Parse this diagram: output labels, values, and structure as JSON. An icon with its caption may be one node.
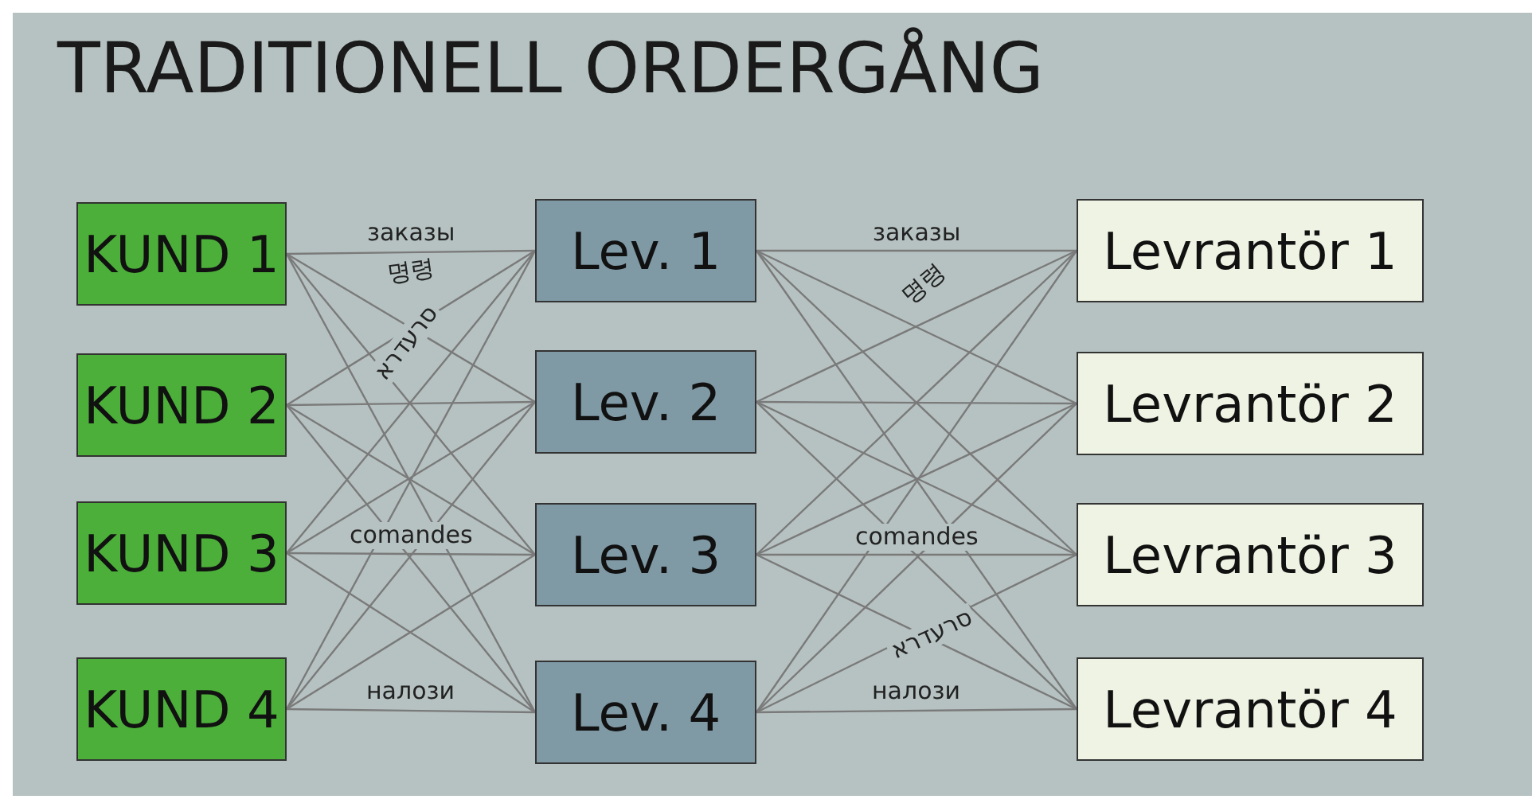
{
  "diagram": {
    "title": "TRADITIONELL ORDERGÅNG",
    "nodes": [
      {
        "text": [
          "KUND 1"
        ]
      },
      {
        "text": [
          "KUND 2"
        ]
      },
      {
        "text": [
          "KUND 3"
        ]
      },
      {
        "text": [
          "KUND 4"
        ]
      },
      {
        "text": [
          "Lev. 1"
        ]
      },
      {
        "text": [
          "Lev. 2"
        ]
      },
      {
        "text": [
          "Lev. 3"
        ]
      },
      {
        "text": [
          "Lev. 4"
        ]
      },
      {
        "text": [
          "Levrantör 1"
        ]
      },
      {
        "text": [
          "Levrantör 2"
        ]
      },
      {
        "text": [
          "Levrantör 3"
        ]
      },
      {
        "text": [
          "Levrantör 4"
        ]
      }
    ],
    "edges": [
      {
        "from": 0,
        "to": 4,
        "arrow": "none",
        "label": "заказы"
      },
      {
        "from": 0,
        "to": 5,
        "arrow": "none"
      },
      {
        "from": 0,
        "to": 6,
        "arrow": "none"
      },
      {
        "from": 0,
        "to": 7,
        "arrow": "none"
      },
      {
        "from": 1,
        "to": 4,
        "arrow": "none"
      },
      {
        "from": 1,
        "to": 5,
        "arrow": "none"
      },
      {
        "from": 1,
        "to": 6,
        "arrow": "none"
      },
      {
        "from": 1,
        "to": 7,
        "arrow": "none"
      },
      {
        "from": 2,
        "to": 4,
        "arrow": "none"
      },
      {
        "from": 2,
        "to": 5,
        "arrow": "none"
      },
      {
        "from": 2,
        "to": 6,
        "arrow": "none",
        "label": "comandes"
      },
      {
        "from": 2,
        "to": 7,
        "arrow": "none"
      },
      {
        "from": 3,
        "to": 4,
        "arrow": "none"
      },
      {
        "from": 3,
        "to": 5,
        "arrow": "none"
      },
      {
        "from": 3,
        "to": 6,
        "arrow": "none"
      },
      {
        "from": 3,
        "to": 7,
        "arrow": "none",
        "label": "налози"
      },
      {
        "from": 4,
        "to": 8,
        "arrow": "none",
        "label": "заказы"
      },
      {
        "from": 4,
        "to": 9,
        "arrow": "none"
      },
      {
        "from": 4,
        "to": 10,
        "arrow": "none"
      },
      {
        "from": 4,
        "to": 11,
        "arrow": "none"
      },
      {
        "from": 5,
        "to": 8,
        "arrow": "none"
      },
      {
        "from": 5,
        "to": 9,
        "arrow": "none"
      },
      {
        "from": 5,
        "to": 10,
        "arrow": "none"
      },
      {
        "from": 5,
        "to": 11,
        "arrow": "none"
      },
      {
        "from": 6,
        "to": 8,
        "arrow": "none"
      },
      {
        "from": 6,
        "to": 9,
        "arrow": "none"
      },
      {
        "from": 6,
        "to": 10,
        "arrow": "none",
        "label": "comandes"
      },
      {
        "from": 6,
        "to": 11,
        "arrow": "none"
      },
      {
        "from": 7,
        "to": 8,
        "arrow": "none"
      },
      {
        "from": 7,
        "to": 9,
        "arrow": "none"
      },
      {
        "from": 7,
        "to": 10,
        "arrow": "none"
      },
      {
        "from": 7,
        "to": 11,
        "arrow": "none",
        "label": "налози"
      }
    ],
    "labels": [
      "명령",
      "סרעדרא",
      "명령",
      "סרעדרא"
    ]
  }
}
